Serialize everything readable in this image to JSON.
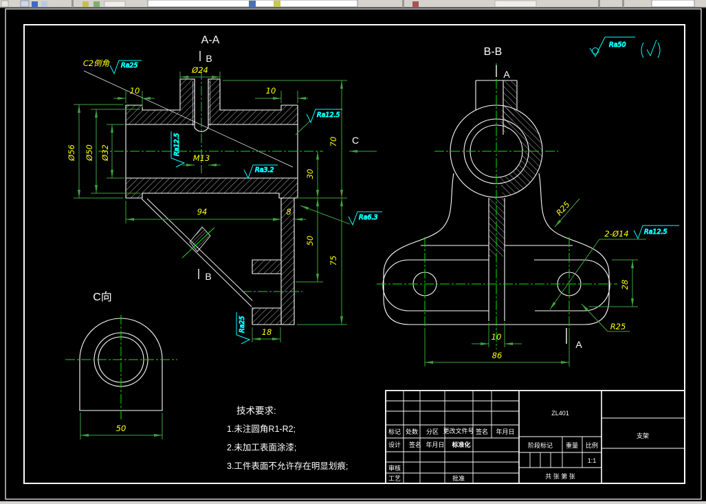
{
  "colors": {
    "background": "#000000",
    "outline": "#ffffff",
    "dimension": "#3fa33f",
    "centerline": "#00e800",
    "dim_text": "#ffff00",
    "roughness": "#00ffff",
    "toolbar": "#d6d3ce"
  },
  "labels": {
    "aa_title": "A-A",
    "bb_title": "B-B",
    "c_view_title": "C向",
    "sec_a": "A",
    "sec_b": "B",
    "view_c": "C"
  },
  "dims_aa": {
    "d24": "Ø24",
    "d56": "Ø56",
    "d50": "Ø50",
    "d32": "Ø32",
    "m13": "M13",
    "len94": "94",
    "t8": "8",
    "v30": "30",
    "v50": "50",
    "v70": "70",
    "v75": "75",
    "f18": "18",
    "flange10_left": "10",
    "flange10_right": "10",
    "chamfer": "C2倒角"
  },
  "dims_bb": {
    "r25_top": "R25",
    "holes": "2-Ø14",
    "v28": "28",
    "r25_bottom": "R25",
    "slot10": "10",
    "len86": "86"
  },
  "dims_c": {
    "w50": "50"
  },
  "roughness": {
    "ra25_tl": "Ra25",
    "ra12_5_right": "Ra12.5",
    "ra12_5_bore": "Ra12.5",
    "ra3_2": "Ra3.2",
    "ra6_3": "Ra6.3",
    "ra25_foot": "Ra25",
    "ra12_5_bb": "Ra12.5",
    "ra50": "Ra50"
  },
  "tech_req": {
    "title": "技术要求:",
    "item1": "1.未注圆角R1-R2;",
    "item2": "2.未加工表面涂漆;",
    "item3": "3.工件表面不允许存在明显划痕;"
  },
  "title_block": {
    "drawing_no": "ZL401",
    "part_name": "支架",
    "col_biaoji": "标记",
    "col_chushu": "处数",
    "col_fenqu": "分区",
    "col_genggai": "更改文件号",
    "col_qianming": "签名",
    "col_nianyueri": "年月日",
    "row_sheji": "设计",
    "row_qianming": "签名",
    "row_nianyueri": "年月日",
    "row_biaozhunhua": "标准化",
    "row_shenhe": "审核",
    "row_gongyi": "工艺",
    "row_pizhun": "批准",
    "stage_label": "阶段标记",
    "weight_label": "重量",
    "scale_label": "比例",
    "scale_value": "1:1",
    "sheet_text": "共  张 第  张"
  }
}
